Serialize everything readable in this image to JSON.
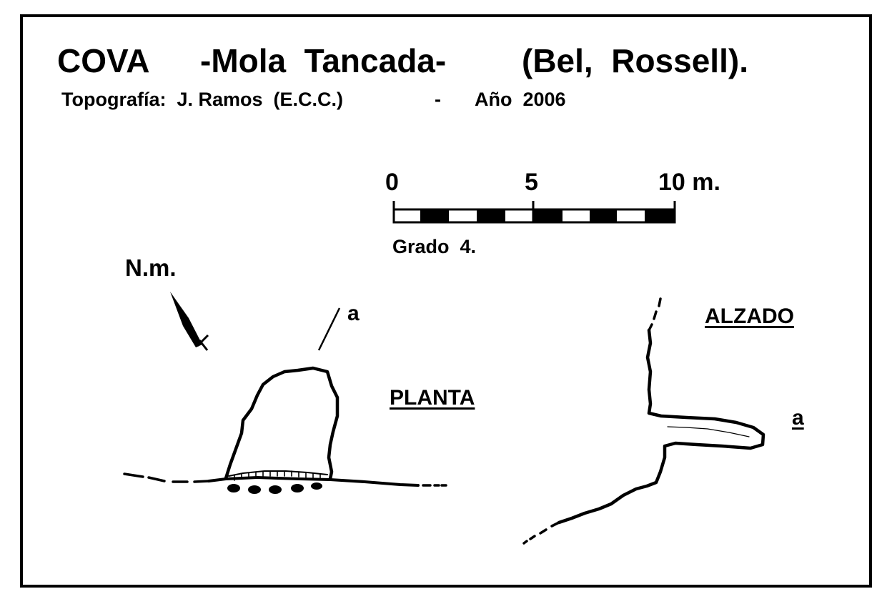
{
  "title": {
    "part1": "COVA",
    "part2": "-Mola  Tancada-",
    "part3": "(Bel,  Rossell)."
  },
  "subtitle": {
    "survey": "Topografía:  J. Ramos  (E.C.C.)",
    "dash": "-",
    "year": "Año  2006"
  },
  "scale_bar": {
    "label_0": "0",
    "label_5": "5",
    "label_10": "10 m.",
    "grade": "Grado  4."
  },
  "north_label": "N.m.",
  "plan": {
    "label": "PLANTA",
    "section_mark": "a"
  },
  "elevation": {
    "label": "ALZADO",
    "section_mark": "a"
  }
}
